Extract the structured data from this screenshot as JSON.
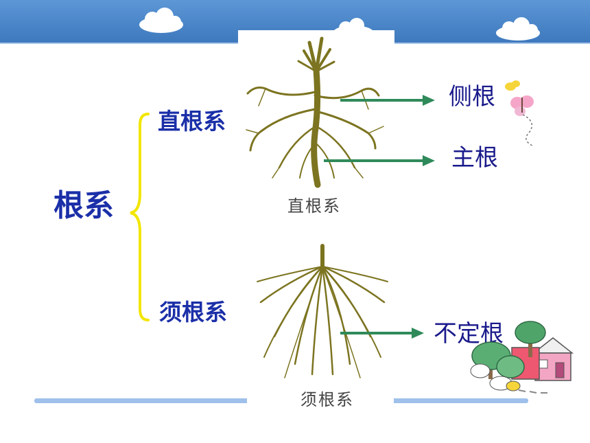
{
  "root": {
    "label": "根系"
  },
  "branches": [
    {
      "label": "直根系",
      "caption": "直根系",
      "parts": [
        "侧根",
        "主根"
      ]
    },
    {
      "label": "须根系",
      "caption": "须根系",
      "parts": [
        "不定根"
      ]
    }
  ],
  "colors": {
    "header": "#4b86c9",
    "label_text": "#1b2fa8",
    "brace": "#f2e600",
    "arrow": "#2f8a5a",
    "root_color": "#7c7420"
  },
  "icons": [
    "cloud-icon",
    "butterfly-icon",
    "house-icon",
    "tree-icon"
  ]
}
